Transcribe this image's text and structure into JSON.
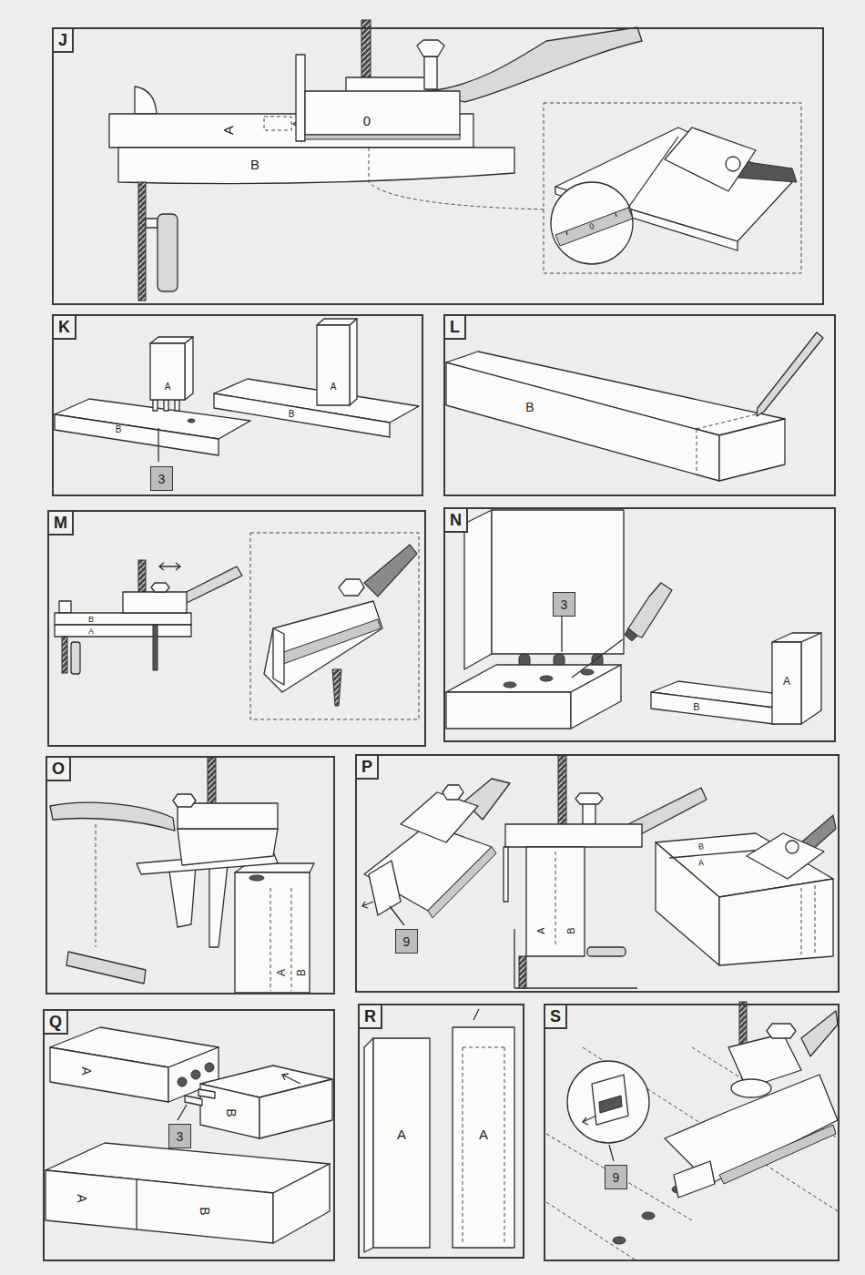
{
  "diagram": {
    "nodes": [
      {
        "text": [
          "J"
        ]
      },
      {
        "text": [
          "K"
        ]
      },
      {
        "text": [
          "3"
        ],
        "in": 1
      },
      {
        "text": [
          "L"
        ]
      },
      {
        "text": [
          "M"
        ]
      },
      {
        "text": [
          "N"
        ]
      },
      {
        "text": [
          "3"
        ],
        "in": 5
      },
      {
        "text": [
          "O"
        ]
      },
      {
        "text": [
          "P"
        ]
      },
      {
        "text": [
          "9"
        ],
        "in": 8
      },
      {
        "text": [
          "Q"
        ]
      },
      {
        "text": [
          "3"
        ],
        "in": 10
      },
      {
        "text": [
          "R"
        ]
      },
      {
        "text": [
          "S"
        ]
      },
      {
        "text": [
          "9"
        ],
        "in": 13
      }
    ],
    "labels": [
      "A",
      "0",
      "B",
      "0",
      "A",
      "B",
      "A",
      "B",
      "B",
      "B",
      "A",
      "A",
      "B",
      "B",
      "A",
      "A",
      "B",
      "B",
      "A",
      "A",
      "B",
      "A",
      "B",
      "A",
      "A"
    ]
  }
}
